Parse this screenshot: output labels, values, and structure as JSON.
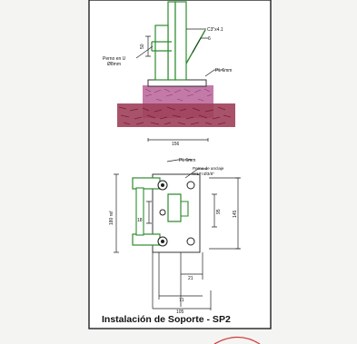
{
  "caption": "Instalación de Soporte - SP2",
  "elevation": {
    "angle_label": "C3\"x4.1",
    "weld_label": "6",
    "bolt_label_line1": "Perno en U",
    "bolt_label_line2": "Ø8mm",
    "plate_label": "PL 6mm",
    "dim_vertical": "50",
    "dim_base": "156"
  },
  "plan": {
    "plate_label": "PL 6mm",
    "anchor_label_line1": "Perno de anclaje",
    "anchor_label_line2": "HILTI Ø3/8\"",
    "dim_left": "180 ref",
    "dim_inner_left": "18",
    "dim_inner_right": "95",
    "dim_right": "145",
    "dim_bottom_1": "21",
    "dim_bottom_2": "71",
    "dim_bottom_3": "105"
  },
  "colors": {
    "frame": "#222222",
    "paper": "#ffffff",
    "member": "#2e8b2e",
    "lines": "#222222",
    "concrete": "#c47aa8",
    "soil": "#a0405a",
    "stamp": "#d23a3a"
  }
}
